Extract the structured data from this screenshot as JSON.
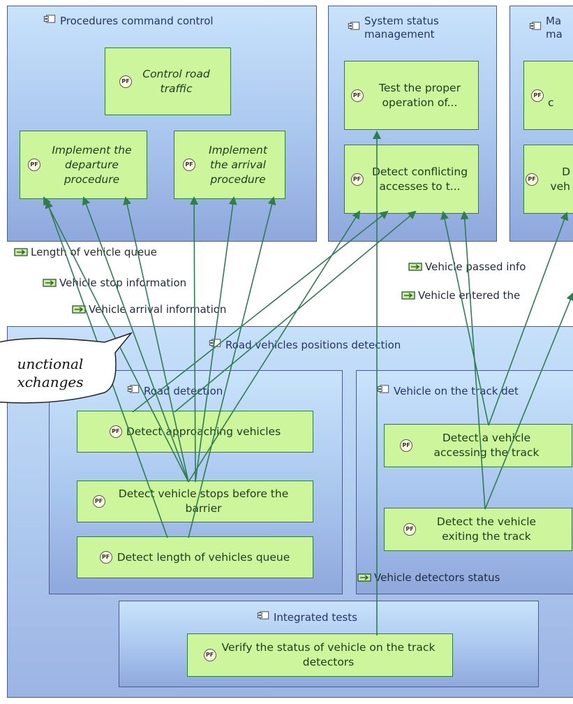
{
  "components": {
    "procedures": "Procedures command control",
    "system_status": "System status management",
    "third": "Ma ma",
    "road_vehicles": "Road vehicles positions detection",
    "road_detection": "Road detection",
    "vehicle_on_track": "Vehicle on the track det",
    "integrated_tests": "Integrated tests"
  },
  "functions": {
    "control_road": "Control road traffic",
    "impl_departure": "Implement the departure procedure",
    "impl_arrival": "Implement the arrival procedure",
    "test_proper": "Test the proper operation of...",
    "detect_conflicting": "Detect conflicting accesses to t...",
    "third_a": "c",
    "third_b": "D veh",
    "detect_approaching": "Detect approaching vehicles",
    "detect_stops": "Detect vehicle stops before the barrier",
    "detect_length": "Detect length of vehicles queue",
    "detect_accessing": "Detect a vehicle accessing the track",
    "detect_exiting": "Detect the vehicle exiting the track",
    "verify_status": "Verify the status of vehicle on the track detectors"
  },
  "exchanges": {
    "queue_length": "Length of vehicle queue",
    "stop_info": "Vehicle stop information",
    "arrival_info": "Vehicle arrival information",
    "passed_info": "Vehicle passed info",
    "entered": "Vehicle entered the",
    "detectors_status": "Vehicle detectors status"
  },
  "badge": "PF",
  "callout": {
    "line1": "unctional",
    "line2": "xchanges"
  },
  "colors": {
    "exchange_arrow": "#2e7d4f",
    "function_fill": "#ccf59c",
    "component_border": "#4b5b8c"
  }
}
